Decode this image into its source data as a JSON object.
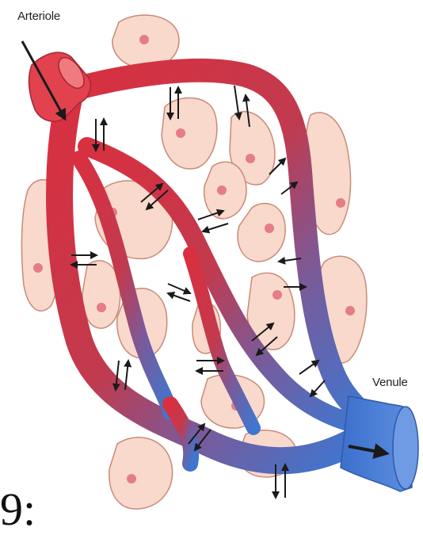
{
  "labels": {
    "arteriole": "Arteriole",
    "venule": "Venule",
    "corner_fragment": "9:"
  },
  "colors": {
    "arterial": "#d62c3c",
    "venous": "#4a78c8",
    "cell_fill": "#f8d9cc",
    "cell_stroke": "#c98a78",
    "nucleus": "#e57d86",
    "arrow": "#1a1a1a"
  }
}
